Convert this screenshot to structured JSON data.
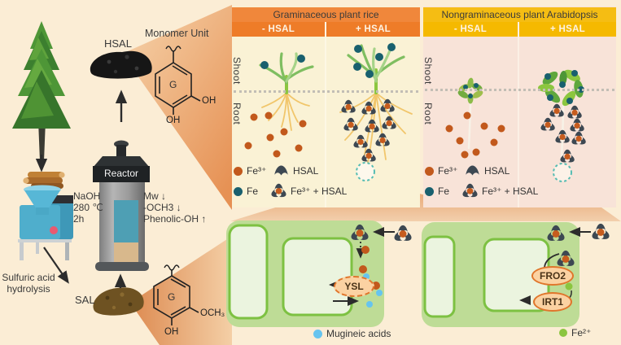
{
  "process": {
    "hsal": "HSAL",
    "monomer_unit": "Monomer Unit",
    "reactor": "Reactor",
    "naoh": "NaOH",
    "temp": "280 ℃",
    "time": "2h",
    "mw": "Mw ↓",
    "och3_change": "-OCH3 ↓",
    "phenolic": "Phenolic-OH ↑",
    "hydrolysis": "Sulfuric acid hydrolysis",
    "sal": "SAL",
    "g_unit": "G",
    "oh": "OH",
    "och3_group": "OCH₃"
  },
  "rice": {
    "title": "Graminaceous plant rice",
    "minus": "- HSAL",
    "plus": "+ HSAL",
    "shoot": "Shoot",
    "root": "Root",
    "legend_fe3": "Fe³⁺",
    "legend_hsal": "HSAL",
    "legend_fe": "Fe",
    "legend_fe3_hsal": "Fe³⁺ + HSAL"
  },
  "arab": {
    "title": "Nongraminaceous plant Arabidopsis",
    "minus": "- HSAL",
    "plus": "+ HSAL",
    "shoot": "Shoot",
    "root": "Root",
    "legend_fe3": "Fe³⁺",
    "legend_hsal": "HSAL",
    "legend_fe": "Fe",
    "legend_fe3_hsal": "Fe³⁺ + HSAL"
  },
  "mech": {
    "ysl": "YSL",
    "mugineic": "Mugineic acids",
    "fro2": "FRO2",
    "irt1": "IRT1",
    "fe2": "Fe²⁺"
  },
  "colors": {
    "page_bg": "#FBEDD5",
    "rice_panel_bg": "#FAF2D5",
    "arab_panel_bg": "#F8E3D8",
    "rice_header_orange": "#EE7C28",
    "rice_title_orange": "#F0873B",
    "arab_header_gold": "#F5B900",
    "arab_title_gold": "#F5BD13",
    "fe3_dot": "#C2591C",
    "fe_dot": "#19606E",
    "fe2_dot": "#8BC53F",
    "mugineic_dot": "#66C4EF",
    "hsal_glyph": "#3D4852",
    "cell_wall_green": "#BEDC96",
    "cell_border_green": "#7DC142",
    "transporter_fill": "#FBD2A2",
    "oh_red": "#D93025"
  }
}
